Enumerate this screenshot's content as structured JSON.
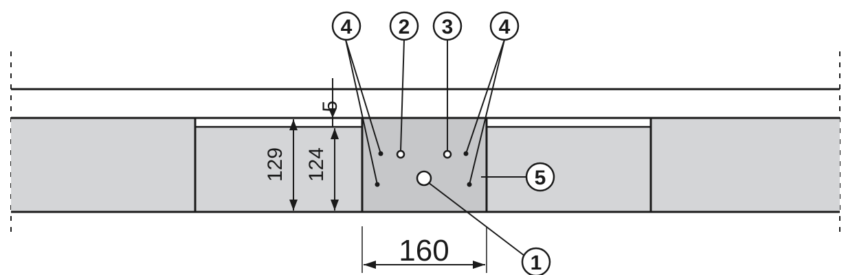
{
  "callouts": {
    "c1": "1",
    "c2": "2",
    "c3": "3",
    "c4_left": "4",
    "c4_right": "4",
    "c5": "5"
  },
  "dimensions": {
    "gap": "5",
    "outer_height": "129",
    "inner_height": "124",
    "width": "160"
  },
  "colors": {
    "panel_fill": "#d4d5d7",
    "plate_fill": "#c6c7c9",
    "line": "#1a1a1a",
    "background": "#ffffff"
  }
}
